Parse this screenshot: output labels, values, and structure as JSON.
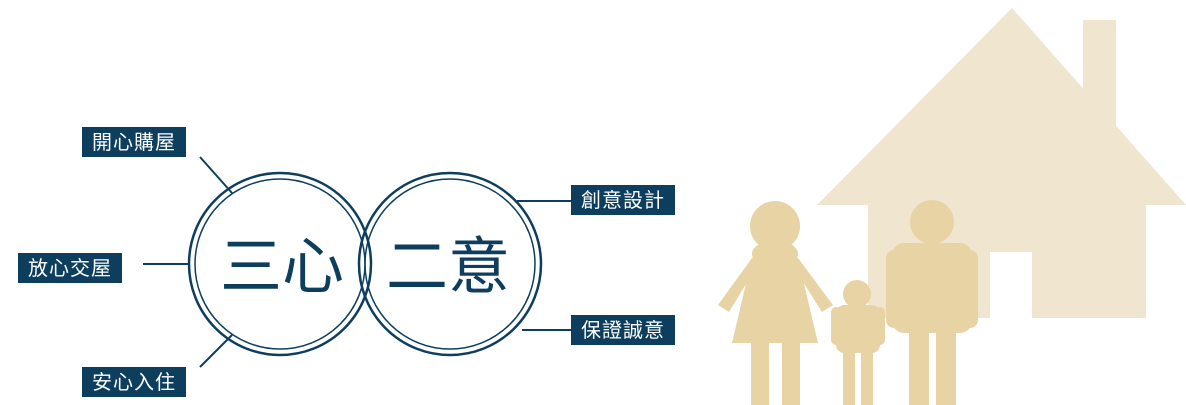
{
  "venn": {
    "left_text": "三心",
    "right_text": "二意"
  },
  "left_labels": [
    "開心購屋",
    "放心交屋",
    "安心入住"
  ],
  "right_labels": [
    "創意設計",
    "保證誠意"
  ],
  "colors": {
    "navy": "#0e3e5e",
    "beige_house": "#f0e5cf",
    "beige_people": "#e8d3a4"
  }
}
